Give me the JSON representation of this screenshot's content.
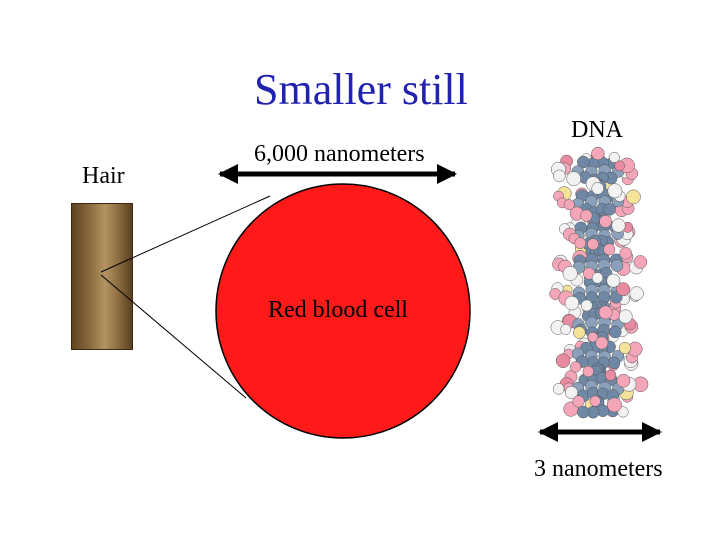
{
  "slide": {
    "title": "Smaller still",
    "hair_label": "Hair",
    "cell_width_label": "6,000 nanometers",
    "cell_label": "Red blood cell",
    "dna_label": "DNA",
    "dna_width_label": "3 nanometers"
  },
  "colors": {
    "title": "#2222b0",
    "cell_fill": "#ff1a1a",
    "hair_brown": "#8b6b3f"
  }
}
